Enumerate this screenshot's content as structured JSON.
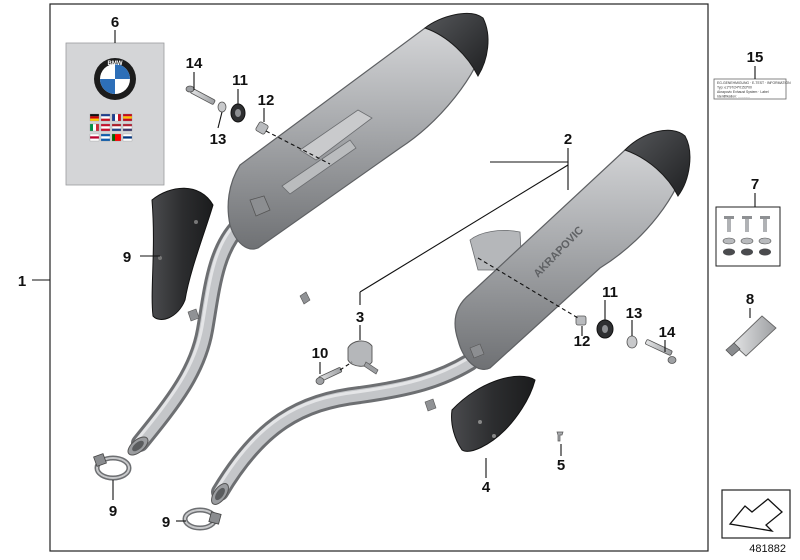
{
  "diagram": {
    "reference_number": "481882",
    "callouts": [
      {
        "id": "c1",
        "label": "1"
      },
      {
        "id": "c2",
        "label": "2"
      },
      {
        "id": "c3",
        "label": "3"
      },
      {
        "id": "c4",
        "label": "4"
      },
      {
        "id": "c5",
        "label": "5"
      },
      {
        "id": "c6",
        "label": "6"
      },
      {
        "id": "c7",
        "label": "7"
      },
      {
        "id": "c8",
        "label": "8"
      },
      {
        "id": "c9a",
        "label": "9"
      },
      {
        "id": "c9b",
        "label": "9"
      },
      {
        "id": "c9c",
        "label": "9"
      },
      {
        "id": "c10",
        "label": "10"
      },
      {
        "id": "c11a",
        "label": "11"
      },
      {
        "id": "c11b",
        "label": "11"
      },
      {
        "id": "c12a",
        "label": "12"
      },
      {
        "id": "c12b",
        "label": "12"
      },
      {
        "id": "c13a",
        "label": "13"
      },
      {
        "id": "c13b",
        "label": "13"
      },
      {
        "id": "c14a",
        "label": "14"
      },
      {
        "id": "c14b",
        "label": "14"
      },
      {
        "id": "c15",
        "label": "15"
      }
    ],
    "manual": {
      "logo_text": "BMW",
      "flags": [
        "de",
        "gb",
        "fr",
        "es",
        "it",
        "dk",
        "nl",
        "us",
        "jp",
        "gr",
        "pt",
        "fi"
      ]
    },
    "muffler_brand_text": "AKRAPOVIC",
    "label_plate_lines": [
      "EG-GENEHMIGUNG · E-TEST · INFORMATION",
      "Typ: e1*97/24*0153*00",
      "Akrapovic Exhaust System · Label",
      "Identifikation: ............."
    ],
    "colors": {
      "muffler_body": "#a9abae",
      "muffler_cap": "#2b2c2e",
      "heat_shield": "#2f3032",
      "background": "#ffffff"
    }
  }
}
